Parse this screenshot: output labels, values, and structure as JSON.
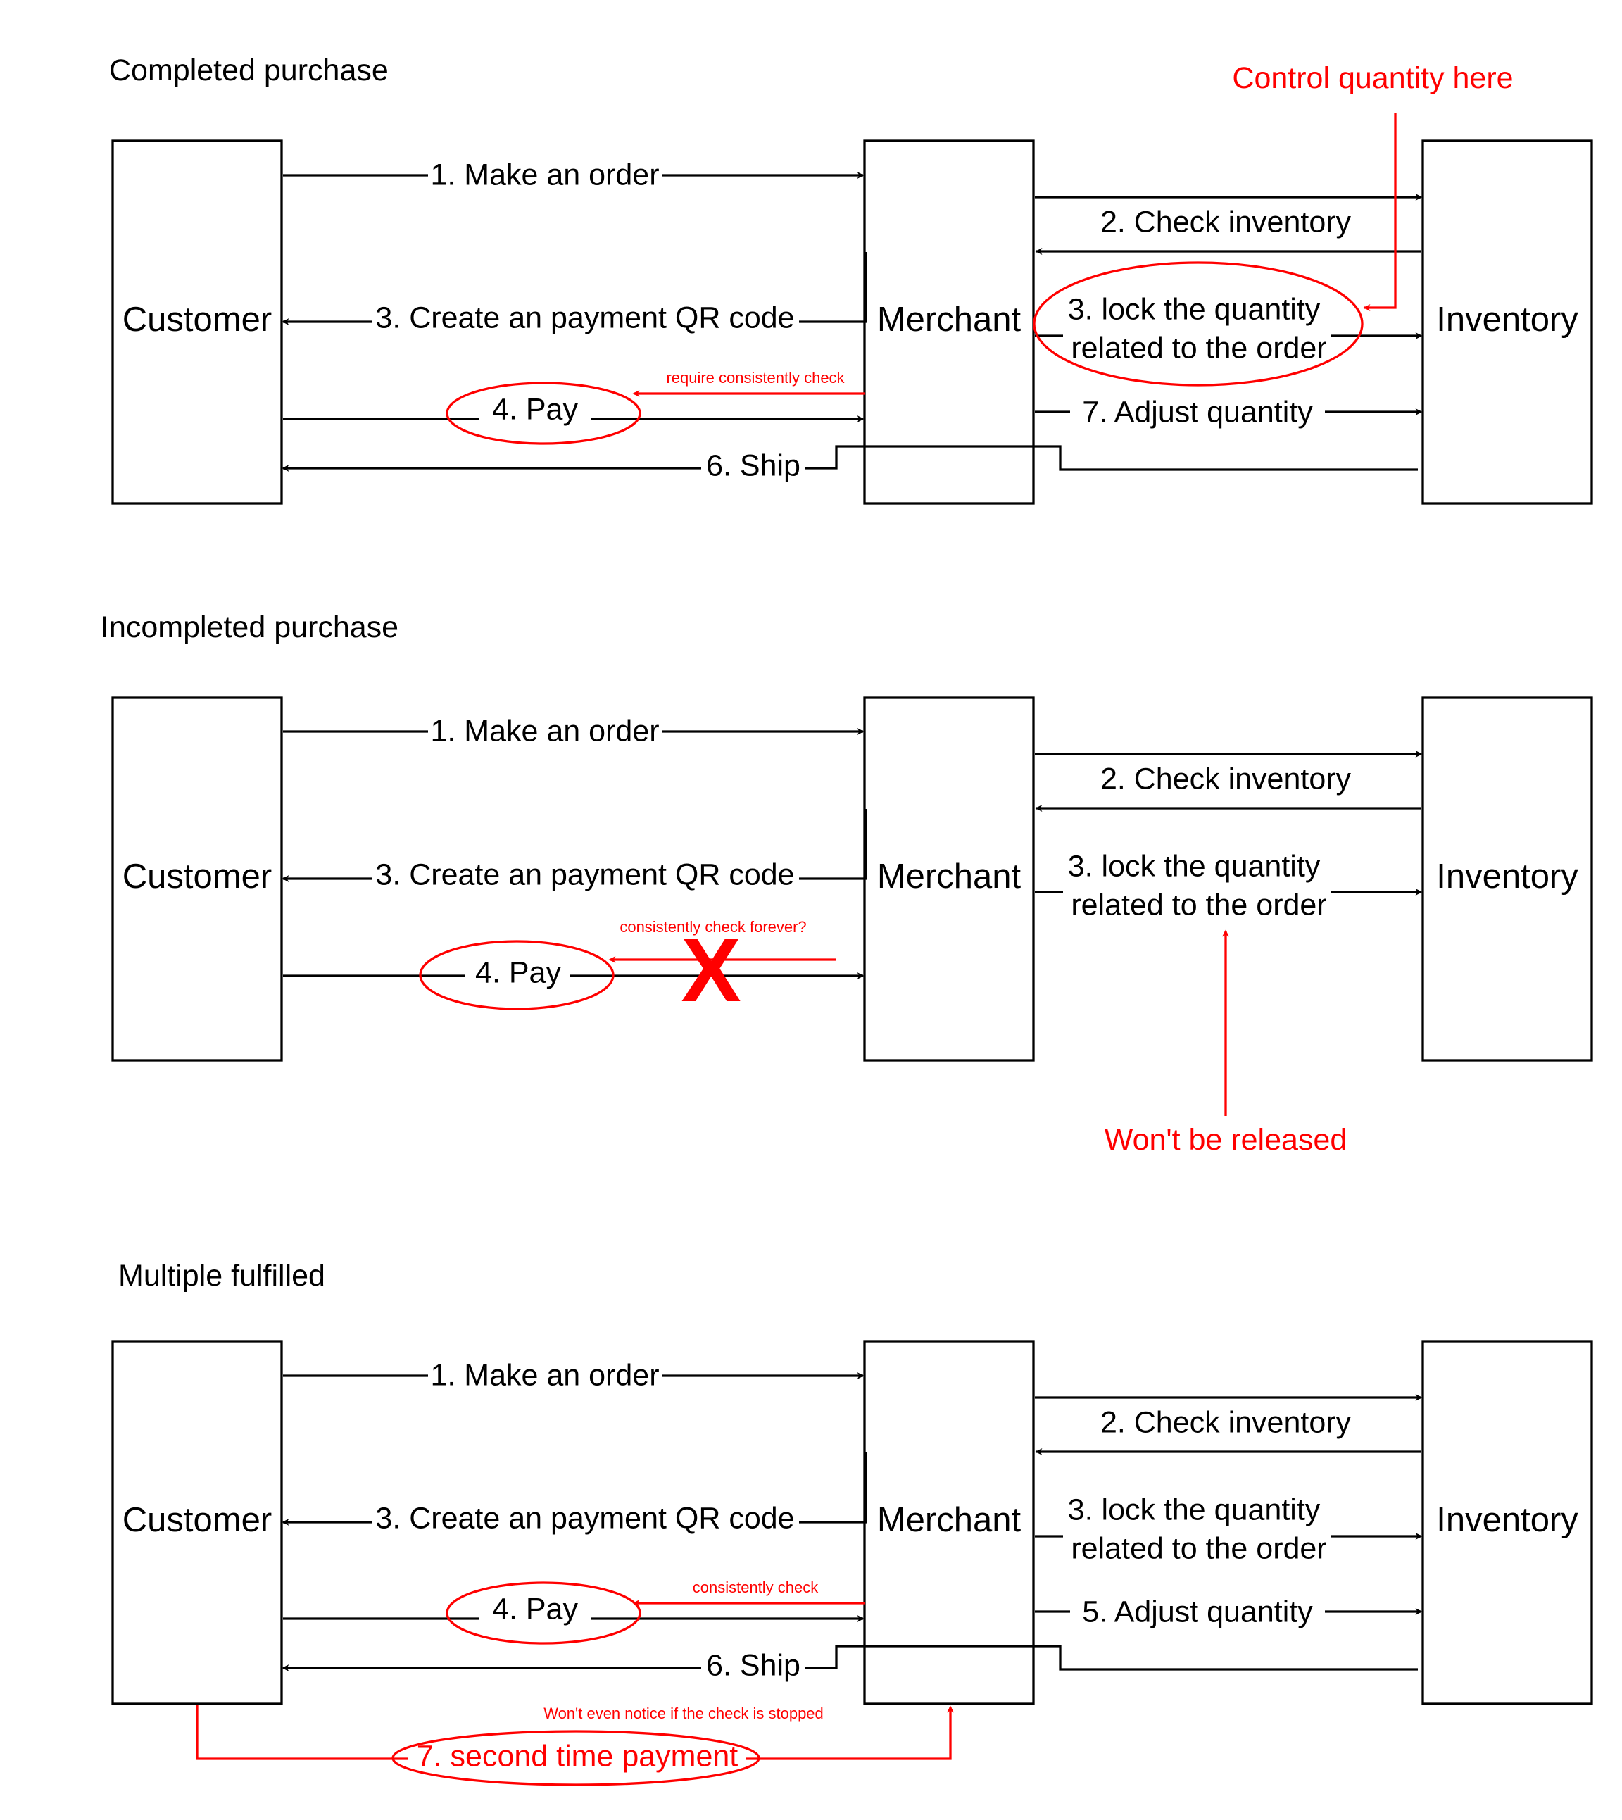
{
  "colors": {
    "ink": "#000000",
    "accent": "#ff0000",
    "background": "#ffffff"
  },
  "sections": {
    "completed": {
      "title": "Completed purchase",
      "customer": "Customer",
      "merchant": "Merchant",
      "inventory": "Inventory",
      "make_order": "1. Make an order",
      "check_inventory": "2. Check inventory",
      "create_qr": "3. Create an payment QR code",
      "lock_line1": "3. lock the quantity",
      "lock_line2": "related to the order",
      "pay": "4. Pay",
      "adjust": "7. Adjust quantity",
      "ship": "6. Ship",
      "require_check": "require consistently check",
      "control_note": "Control quantity here"
    },
    "incompleted": {
      "title": "Incompleted purchase",
      "customer": "Customer",
      "merchant": "Merchant",
      "inventory": "Inventory",
      "make_order": "1. Make an order",
      "check_inventory": "2. Check inventory",
      "create_qr": "3. Create an payment QR code",
      "lock_line1": "3. lock the quantity",
      "lock_line2": "related to the order",
      "pay": "4. Pay",
      "check_forever": "consistently check forever?",
      "cross_mark": "X",
      "not_released": "Won't be released"
    },
    "multiple": {
      "title": "Multiple fulfilled",
      "customer": "Customer",
      "merchant": "Merchant",
      "inventory": "Inventory",
      "make_order": "1. Make an order",
      "check_inventory": "2. Check inventory",
      "create_qr": "3. Create an payment QR code",
      "lock_line1": "3. lock the quantity",
      "lock_line2": "related to the order",
      "pay": "4. Pay",
      "adjust": "5. Adjust quantity",
      "ship": "6. Ship",
      "consistently_check": "consistently check",
      "wont_notice": "Won't even notice if the check is stopped",
      "second_payment": "7. second time payment"
    }
  }
}
